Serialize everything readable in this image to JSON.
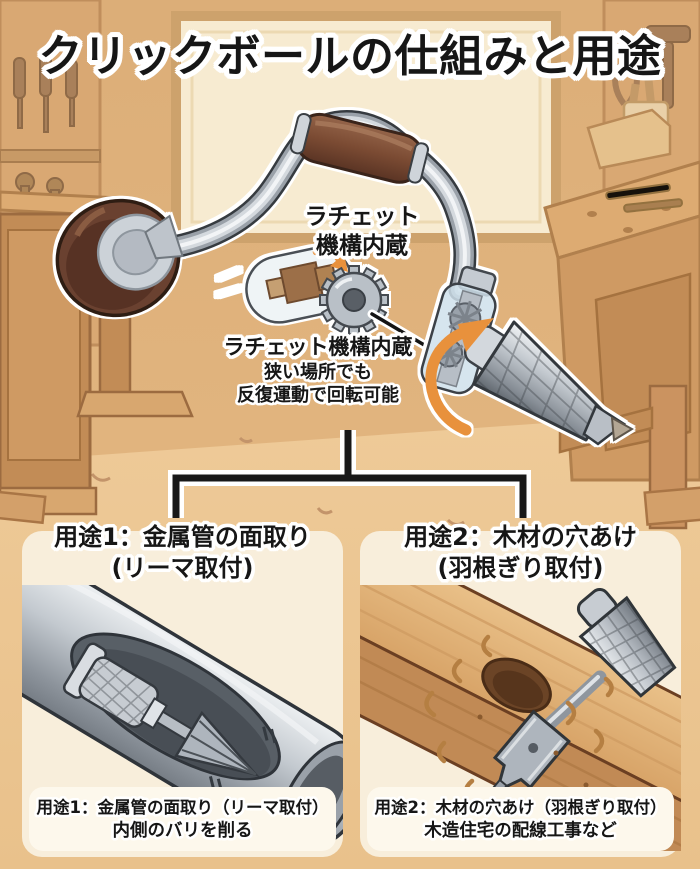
{
  "title": "クリックボールの仕組みと用途",
  "callout": {
    "line1": "ラチェット",
    "line2": "機構内蔵"
  },
  "note": {
    "heading": "ラチェット機構内蔵",
    "line1": "狭い場所でも",
    "line2": "反復運動で回転可能"
  },
  "uses": [
    {
      "heading1": "用途1：金属管の面取り",
      "heading2": "(リーマ取付)",
      "caption1": "用途1：金属管の面取り（リーマ取付）",
      "caption2": "内側のバリを削る"
    },
    {
      "heading1": "用途2：木材の穴あけ",
      "heading2": "(羽根ぎり取付)",
      "caption1": "用途2：木材の穴あけ（羽根ぎり取付）",
      "caption2": "木造住宅の配線工事など"
    }
  ],
  "icons": {
    "rotation_arrow": "orange-curved-rotation-arrow",
    "small_rotation_arrow": "orange-ratchet-arrow",
    "ratchet_gear": "gear-cutaway",
    "bracket": "two-branch-connector-line"
  },
  "colors": {
    "accent_orange": "#e8913c",
    "text": "#161616",
    "outline": "#ffffff",
    "wall": "#e2b47d",
    "floor": "#edc795",
    "card_bg": "#f8eedb",
    "caption_bg": "#fdf8ec",
    "wood_dark": "#6a4130",
    "metal_light": "#d4d9de",
    "metal_dark": "#596067"
  }
}
